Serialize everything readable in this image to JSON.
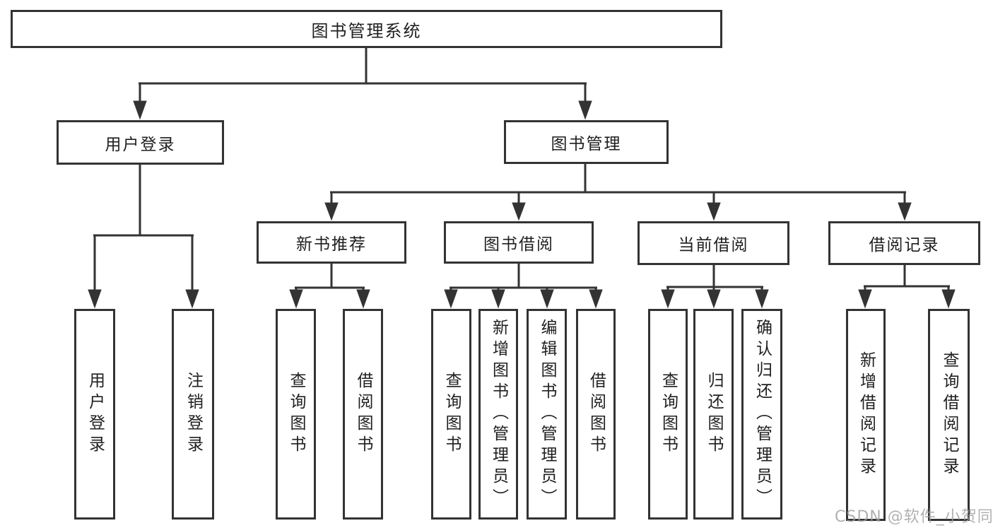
{
  "title": "图书管理系统",
  "watermark": "CSDN @软件_小贺同学",
  "colors": {
    "line": "#333333",
    "text": "#1f1f1f",
    "background": "#ffffff",
    "watermark": "#9e9e9e"
  },
  "tree": {
    "root": {
      "label": "图书管理系统"
    },
    "branches": [
      {
        "label": "用户登录",
        "children": [
          {
            "label": "用户登录"
          },
          {
            "label": "注销登录"
          }
        ]
      },
      {
        "label": "图书管理",
        "children": [
          {
            "label": "新书推荐",
            "children": [
              {
                "label": "查询图书"
              },
              {
                "label": "借阅图书"
              }
            ]
          },
          {
            "label": "图书借阅",
            "children": [
              {
                "label": "查询图书"
              },
              {
                "label": "新增图书（管理员）"
              },
              {
                "label": "编辑图书（管理员）"
              },
              {
                "label": "借阅图书"
              }
            ]
          },
          {
            "label": "当前借阅",
            "children": [
              {
                "label": "查询图书"
              },
              {
                "label": "归还图书"
              },
              {
                "label": "确认归还（管理员）"
              }
            ]
          },
          {
            "label": "借阅记录",
            "children": [
              {
                "label": "新增借阅记录"
              },
              {
                "label": "查询借阅记录"
              }
            ]
          }
        ]
      }
    ]
  }
}
